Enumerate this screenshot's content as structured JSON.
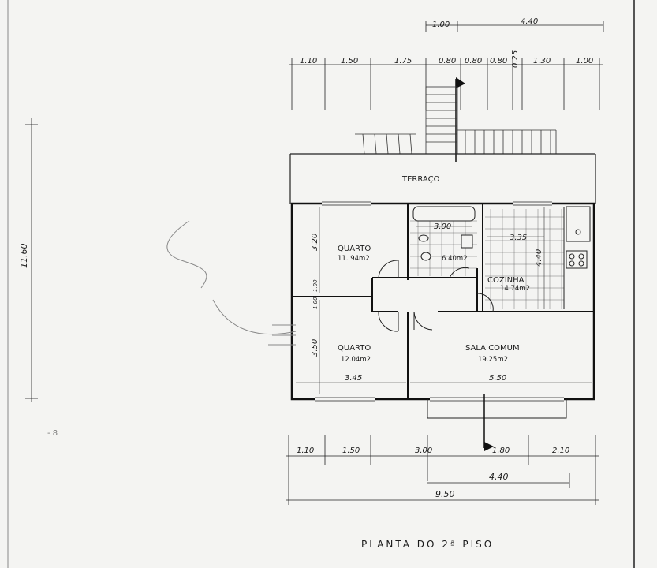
{
  "plan": {
    "title": "PLANTA DO 2ª PISO",
    "rooms": {
      "terraco": "TERRAÇO",
      "quarto1": "QUARTO",
      "quarto1_area": "11. 94m2",
      "quarto2": "QUARTO",
      "quarto2_area": "12.04m2",
      "bath_area": "6.40m2",
      "cozinha": "COZINHA",
      "cozinha_area": "14.74m2",
      "sala": "SALA COMUM",
      "sala_area": "19.25m2"
    },
    "dims_top_1": [
      "1.00",
      "4.40"
    ],
    "dims_top_2": [
      "1.10",
      "1.50",
      "1.75",
      "0.80",
      "0.80",
      "0.80",
      "0.25",
      "1.30",
      "1.00"
    ],
    "dims_inner": [
      "3.00",
      "3.35",
      "4.40",
      "3.45",
      "5.50",
      "3.20",
      "1.00",
      "1.00",
      "3.50"
    ],
    "dims_bottom_1": [
      "1.10",
      "1.50",
      "3.00",
      "1.80",
      "2.10"
    ],
    "dims_bottom_2": [
      "4.40"
    ],
    "dims_bottom_3": [
      "9.50"
    ],
    "dims_left": [
      "11.60"
    ],
    "margin_note": "- 8"
  }
}
